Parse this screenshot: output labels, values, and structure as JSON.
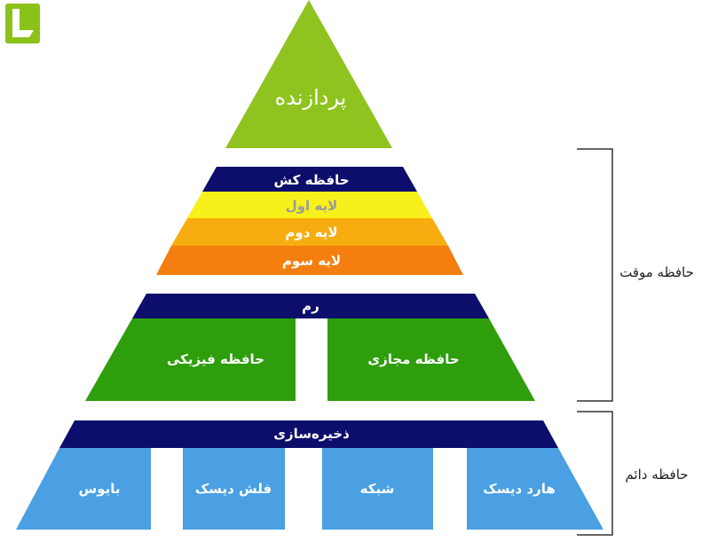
{
  "colors": {
    "logo_green": "#8bc21a",
    "cpu_green": "#8fc31f",
    "navy": "#0d0d6b",
    "layer1_yellow": "#f7f01a",
    "layer1_text": "#9a9a9a",
    "layer2_orange": "#f7ad0f",
    "layer3_orange": "#f47f0f",
    "ram_green": "#2e9e0c",
    "storage_blue": "#4aa0e2",
    "bracket": "#333333"
  },
  "logo": {
    "icon": "logo-l-icon"
  },
  "cpu": {
    "label": "پردازنده"
  },
  "cache": {
    "title": "حافظه کش",
    "layer1": "لایه اول",
    "layer2": "لایه دوم",
    "layer3": "لایه سوم"
  },
  "ram": {
    "title": "رم",
    "virtual": "حافظه مجازی",
    "physical": "حافظه فیزیکی"
  },
  "storage": {
    "title": "ذخیره‌سازی",
    "items": [
      "هارد دیسک",
      "شبکه",
      "فلش دیسک",
      "بایوس"
    ]
  },
  "brackets": {
    "temporary": "حافظه موقت",
    "permanent": "حافظه دائم"
  }
}
